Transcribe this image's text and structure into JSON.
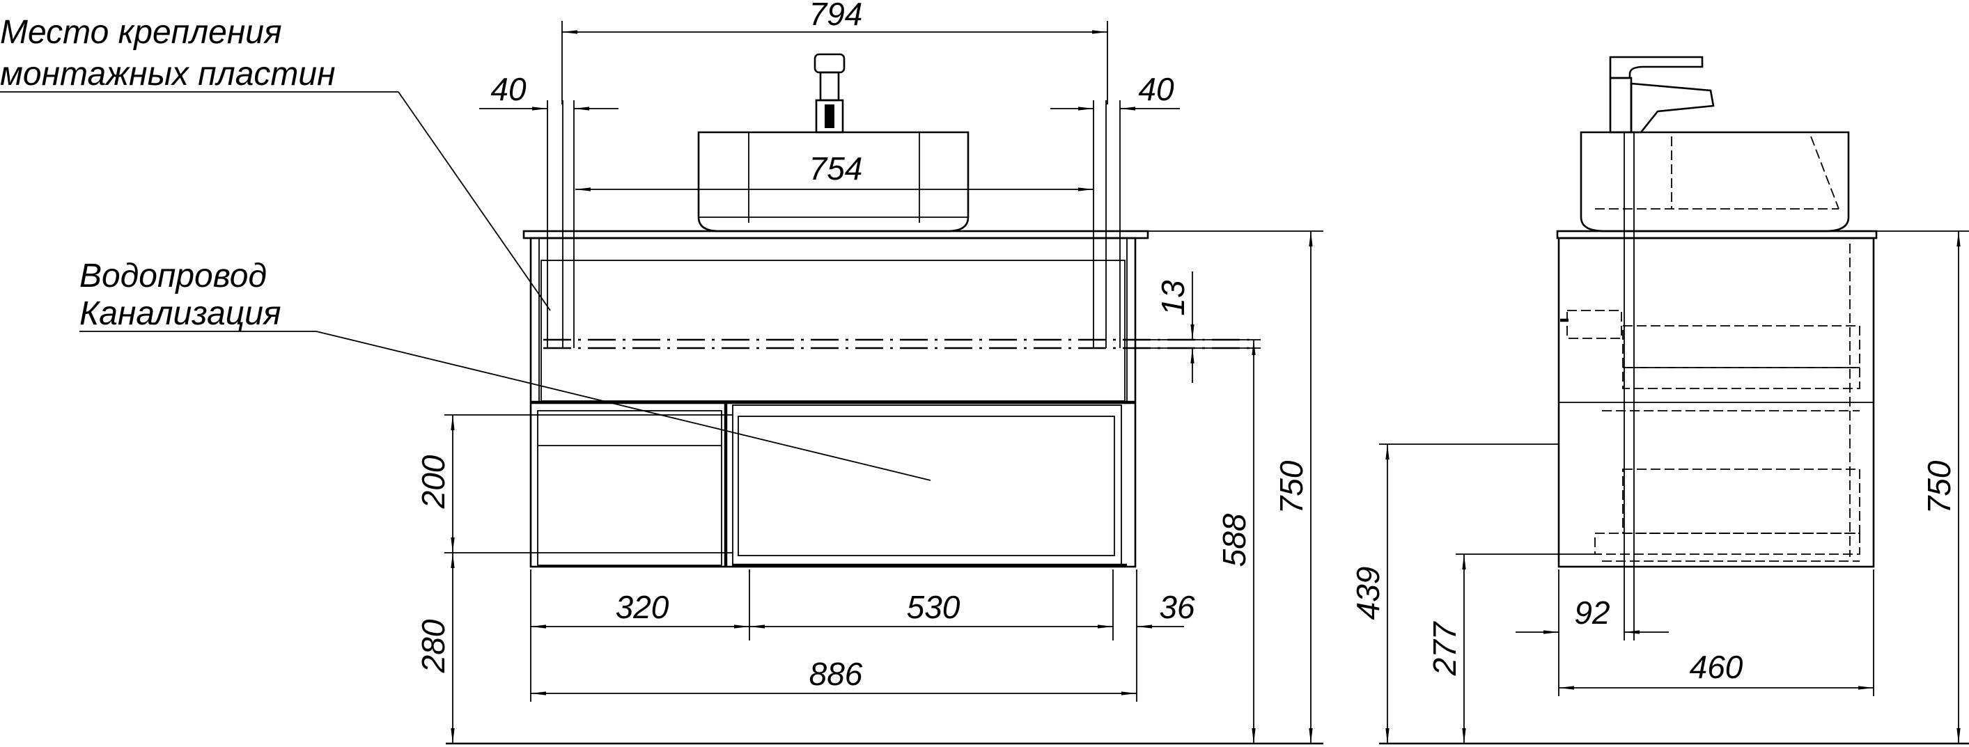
{
  "notes": {
    "mounting_line1": "Место крепления",
    "mounting_line2": "монтажных пластин",
    "pipes_line1": "Водопровод",
    "pipes_line2": "Канализация"
  },
  "front_view": {
    "overall_top_width": "794",
    "left_plate_offset": "40",
    "right_plate_offset": "40",
    "plate_span": "754",
    "plate_height": "13",
    "drawer_height": "200",
    "left_section": "320",
    "basket_section": "530",
    "right_gap": "36",
    "cabinet_width": "886",
    "bottom_clearance": "280",
    "plate_to_floor": "588",
    "total_height": "750"
  },
  "side_view": {
    "top_height": "439",
    "bottom_height": "277",
    "pipe_offset": "92",
    "depth": "460",
    "total_height": "750"
  }
}
